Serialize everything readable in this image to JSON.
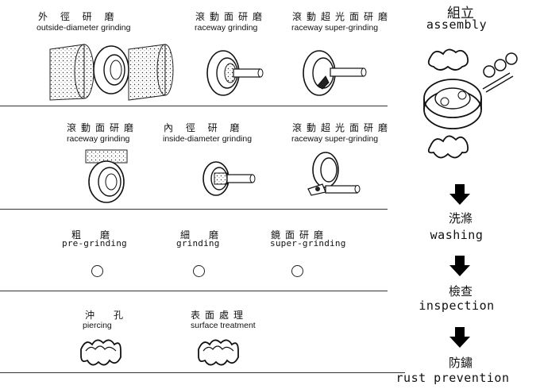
{
  "row1": [
    {
      "zh": "外 徑 研 磨",
      "en": "outside-diameter grinding",
      "icon": "outside-grinding-illustration"
    },
    {
      "zh": "滾動面研磨",
      "en": "raceway grinding",
      "icon": "raceway-grinding-illustration"
    },
    {
      "zh": "滾動超光面研磨",
      "en": "raceway super-grinding",
      "icon": "raceway-super-grinding-illustration"
    }
  ],
  "row2": [
    {
      "zh": "滾動面研磨",
      "en": "raceway grinding",
      "icon": "raceway-grinding-illustration"
    },
    {
      "zh": "內 徑 研 磨",
      "en": "inside-diameter grinding",
      "icon": "inside-grinding-illustration"
    },
    {
      "zh": "滾動超光面研磨",
      "en": "raceway super-grinding",
      "icon": "raceway-super-grinding-illustration"
    }
  ],
  "row3": [
    {
      "zh": "粗　磨",
      "en": "pre-grinding",
      "icon": "ball-icon"
    },
    {
      "zh": "細　磨",
      "en": "grinding",
      "icon": "ball-icon"
    },
    {
      "zh": "鏡面研磨",
      "en": "super-grinding",
      "icon": "ball-icon"
    }
  ],
  "row4": [
    {
      "zh": "沖　孔",
      "en": "piercing",
      "icon": "cage-icon"
    },
    {
      "zh": "表面處理",
      "en": "surface treatment",
      "icon": "cage-icon"
    }
  ],
  "steps": [
    {
      "zh": "組立",
      "en": "assembly"
    },
    {
      "zh": "洗滌",
      "en": "washing"
    },
    {
      "zh": "檢查",
      "en": "inspection"
    },
    {
      "zh": "防鏽",
      "en": "rust prevention"
    }
  ]
}
